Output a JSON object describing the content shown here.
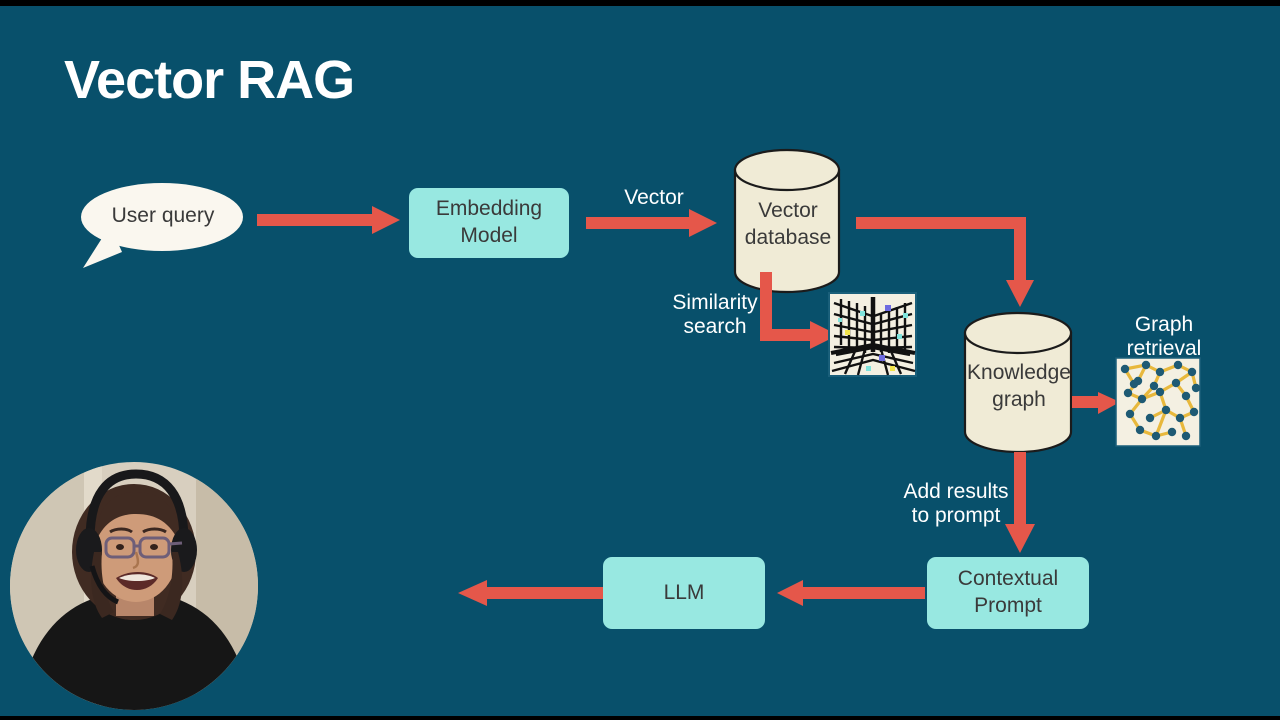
{
  "slide": {
    "title": "Vector RAG",
    "background_color": "#08506B",
    "accent_arrow_color": "#E5574A",
    "mint_box_color": "#98E8E1",
    "cream_shape_color": "#F0EBD6",
    "text_dark_color": "#3A3A3A",
    "text_light_color": "#FFFFFF"
  },
  "diagram": {
    "nodes": {
      "user_query": {
        "label": "User query",
        "shape": "speech-bubble"
      },
      "embedding_model": {
        "label": "Embedding\nModel",
        "shape": "rounded-rect"
      },
      "vector_database": {
        "label": "Vector\ndatabase",
        "shape": "cylinder"
      },
      "knowledge_graph": {
        "label": "Knowledge\ngraph",
        "shape": "cylinder"
      },
      "contextual_prompt": {
        "label": "Contextual\nPrompt",
        "shape": "rounded-rect"
      },
      "llm": {
        "label": "LLM",
        "shape": "rounded-rect"
      },
      "vector_space_plot": {
        "label": "3d-vector-space-plot",
        "shape": "image-thumbnail"
      },
      "graph_retrieval_plot": {
        "label": "network-graph-plot",
        "shape": "image-thumbnail"
      }
    },
    "edge_labels": {
      "vector": "Vector",
      "similarity_search": "Similarity\nsearch",
      "graph_retrieval": "Graph\nretrieval",
      "add_results_to_prompt": "Add results\nto prompt"
    }
  },
  "webcam": {
    "label": "presenter-video-thumbnail",
    "shape": "circle"
  }
}
